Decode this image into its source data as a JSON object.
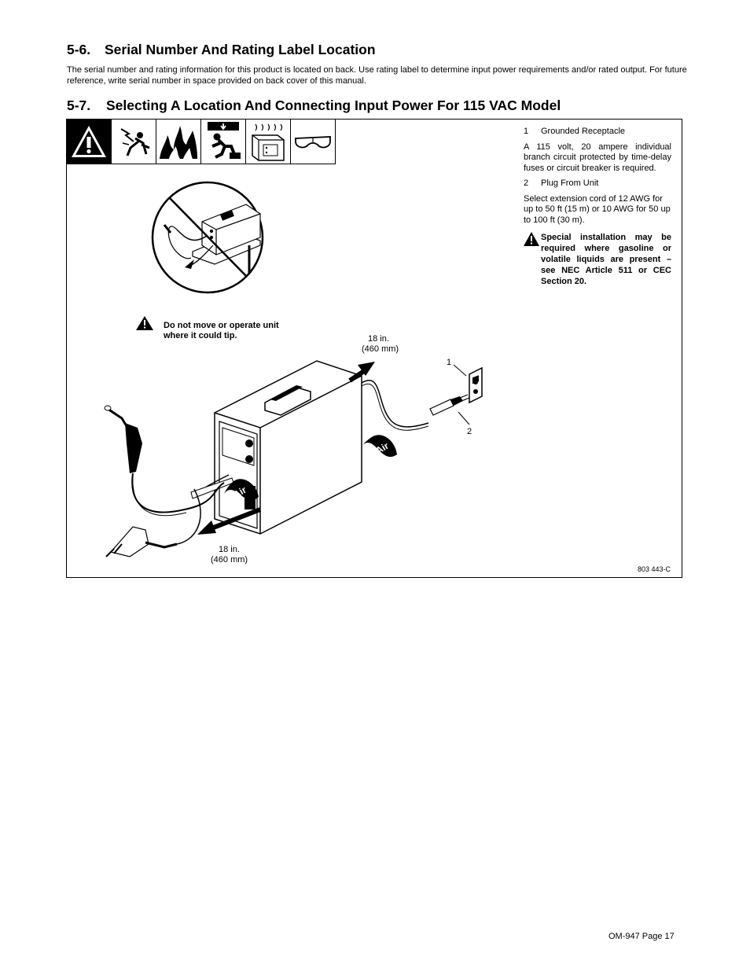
{
  "section56": {
    "number": "5-6.",
    "title": "Serial Number And Rating Label Location",
    "body": "The serial number and rating information for this product is located on back. Use rating label to determine input power requirements and/or rated output. For future reference, write serial number in space provided on back cover of this manual."
  },
  "section57": {
    "number": "5-7.",
    "title": "Selecting A Location And Connecting Input Power For 115 VAC Model"
  },
  "icons": [
    "warning-icon",
    "electric-shock-icon",
    "fire-icon",
    "falling-equipment-icon",
    "hot-parts-icon",
    "safety-glasses-icon"
  ],
  "diagram": {
    "tip_warning": "Do not move or operate unit where it could tip.",
    "clearance_top_line1": "18 in.",
    "clearance_top_line2": "(460 mm)",
    "clearance_bottom_line1": "18 in.",
    "clearance_bottom_line2": "(460 mm)",
    "airflow_label": "Air",
    "callout_1": "1",
    "callout_2": "2",
    "figure_code": "803 443-C"
  },
  "legend": {
    "item1_num": "1",
    "item1_label": "Grounded Receptacle",
    "item1_text": "A 115 volt, 20 ampere individual branch circuit protected by time-delay fuses or circuit breaker is required.",
    "item2_num": "2",
    "item2_label": "Plug From Unit",
    "item2_text": "Select extension cord of 12 AWG for up to 50 ft (15 m) or 10 AWG for 50 up to 100 ft (30 m).",
    "special_warning": "Special installation may be required where gasoline or volatile liquids are present – see NEC Article 511 or CEC Section 20."
  },
  "footer": {
    "page_label": "OM-947 Page 17"
  }
}
